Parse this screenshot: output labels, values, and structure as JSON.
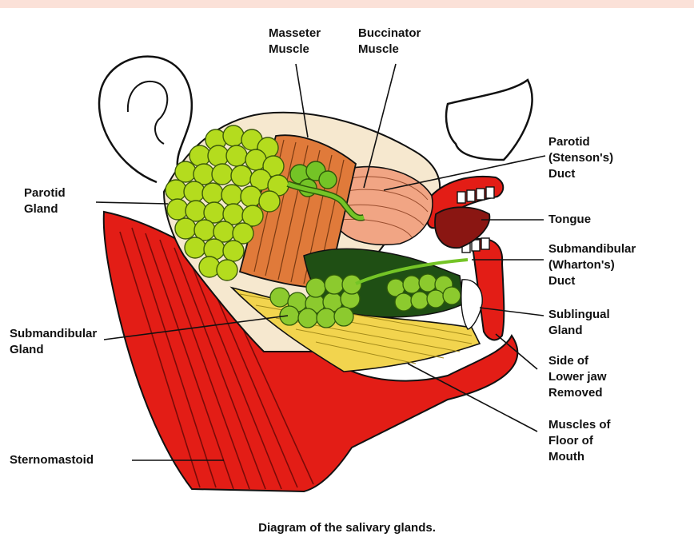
{
  "colors": {
    "top_bar": "#fbe1d8",
    "muscle_red": "#e31d16",
    "gland_green": "#b4dc1e",
    "duct_green": "#74c426",
    "masseter_orange": "#e07a3a",
    "buccinator_salmon": "#f1a584",
    "floor_yellow": "#f2d44e",
    "skin_cream": "#f6e8cf",
    "dark_gland": "#1f4f14",
    "tongue": "#8a1612",
    "outline": "#111111"
  },
  "labels": {
    "masseter": "Masseter\nMuscle",
    "buccinator": "Buccinator\nMuscle",
    "parotid_duct": "Parotid\n(Stenson's)\nDuct",
    "parotid_gland": "Parotid\nGland",
    "tongue": "Tongue",
    "submandibular_duct": "Submandibular\n(Wharton's)\nDuct",
    "sublingual_gland": "Sublingual\nGland",
    "submandibular_gland": "Submandibular\nGland",
    "lower_jaw": "Side of\nLower jaw\nRemoved",
    "floor_muscles": "Muscles of\nFloor of\nMouth",
    "sternomastoid": "Sternomastoid"
  },
  "caption": "Diagram of the salivary glands."
}
